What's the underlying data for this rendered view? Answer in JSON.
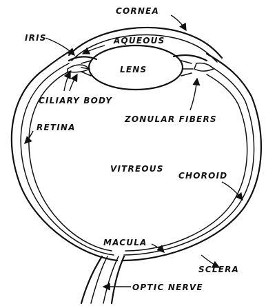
{
  "labels": {
    "cornea": "CORNEA",
    "iris": "IRIS",
    "aqueous": "AQUEOUS",
    "lens": "LENS",
    "ciliary_body": "CILIARY BODY",
    "zonular_fibers": "ZONULAR FIBERS",
    "retina": "RETINA",
    "vitreous": "VITREOUS",
    "choroid": "CHOROID",
    "macula": "MACULA",
    "sclera": "SCLERA",
    "optic_nerve": "OPTIC NERVE"
  },
  "colors": {
    "ink": "#111111",
    "background": "#ffffff"
  }
}
